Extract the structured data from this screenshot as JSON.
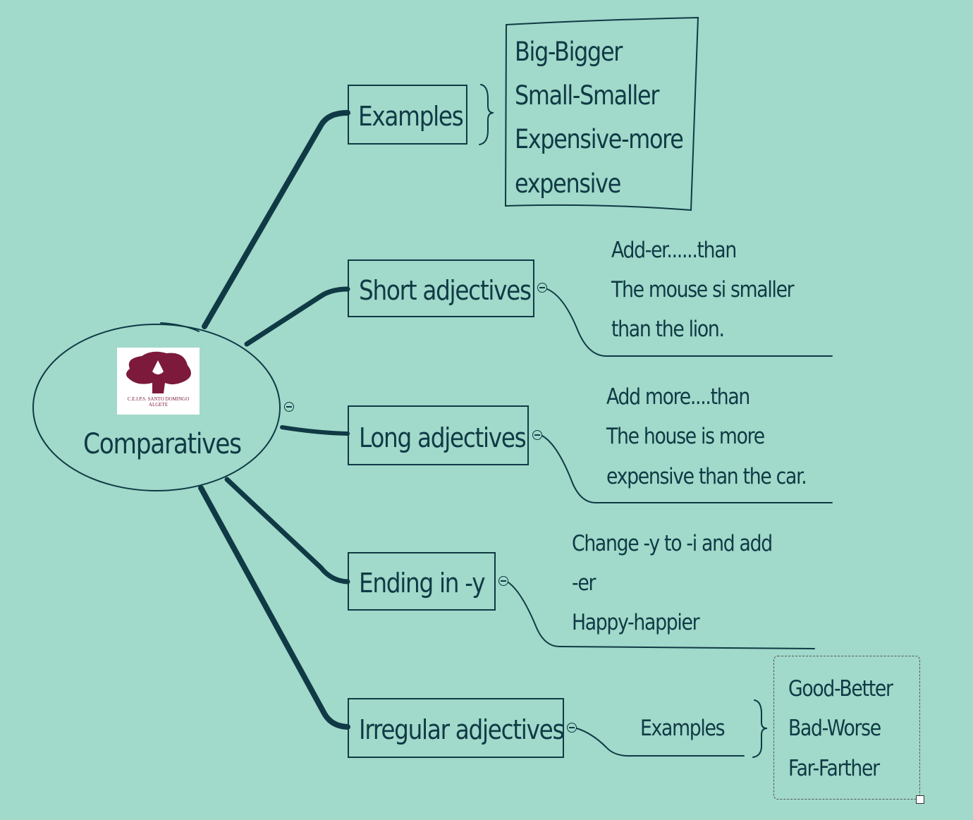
{
  "central": {
    "title": "Comparatives",
    "logo_text": [
      "C.E.I.P.S. SANTO DOMINGO",
      "ALGETE"
    ]
  },
  "branches": [
    {
      "label": "Examples",
      "details": [
        "Big-Bigger",
        "Small-Smaller",
        "Expensive-more",
        "expensive"
      ]
    },
    {
      "label": "Short adjectives",
      "details": [
        "Add-er......than",
        "The  mouse si smaller",
        "than the lion."
      ]
    },
    {
      "label": "Long adjectives",
      "details": [
        "Add more....than",
        "The house is more",
        "expensive than the car."
      ]
    },
    {
      "label": "Ending in -y",
      "details": [
        "Change -y to -i and add",
        "-er",
        "Happy-happier"
      ]
    },
    {
      "label": "Irregular adjectives",
      "sub_label": "Examples",
      "details": [
        "Good-Better",
        "Bad-Worse",
        "Far-Farther"
      ]
    }
  ],
  "colors": {
    "background": "#a1d9ca",
    "ink": "#0f3a45",
    "logo": "#7d1a3c"
  }
}
